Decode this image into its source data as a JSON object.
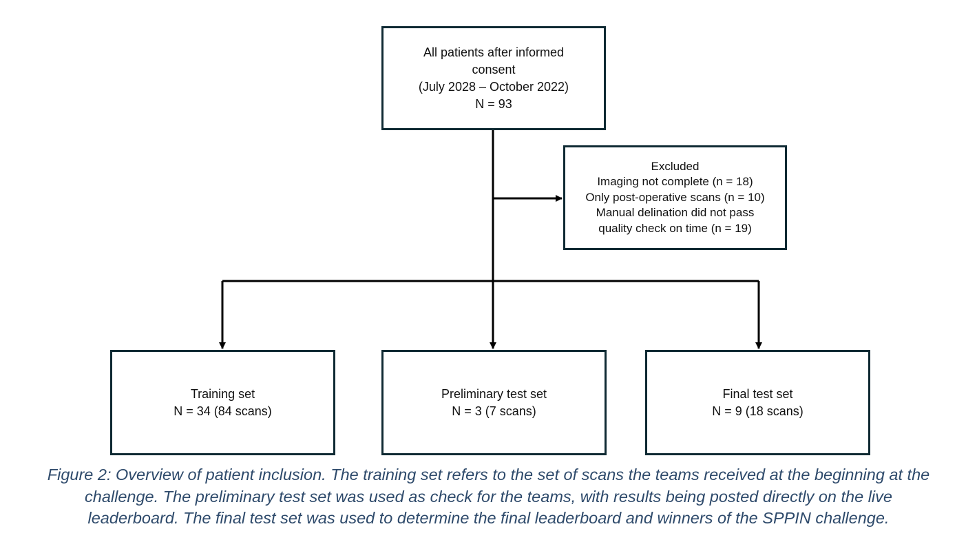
{
  "boxes": {
    "all_patients": {
      "lines": [
        "All patients after informed",
        "consent",
        "(July 2028 – October 2022)",
        "N = 93"
      ]
    },
    "excluded": {
      "lines": [
        "Excluded",
        "Imaging not complete (n = 18)",
        "Only post-operative scans (n = 10)",
        "Manual delination did not pass",
        "quality check on time (n = 19)"
      ]
    },
    "training": {
      "lines": [
        "Training set",
        "N = 34 (84 scans)"
      ]
    },
    "preliminary": {
      "lines": [
        "Preliminary test set",
        "N = 3 (7 scans)"
      ]
    },
    "final": {
      "lines": [
        "Final test set",
        "N = 9 (18 scans)"
      ]
    }
  },
  "edges": [
    {
      "from": "all_patients",
      "to": "excluded"
    },
    {
      "from": "all_patients",
      "to": "training"
    },
    {
      "from": "all_patients",
      "to": "preliminary"
    },
    {
      "from": "all_patients",
      "to": "final"
    }
  ],
  "caption": {
    "lines": [
      "Figure 2: Overview of patient inclusion. The training set refers to the set of scans the teams received at the beginning at the",
      "challenge. The preliminary test set was used as check for the teams, with results being posted directly on the live",
      "leaderboard. The final test set was used to determine the final leaderboard and winners of the SPPIN challenge."
    ]
  },
  "colors": {
    "box_border": "#0f2a33",
    "connector": "#000000",
    "caption_text": "#2e4a6b"
  }
}
